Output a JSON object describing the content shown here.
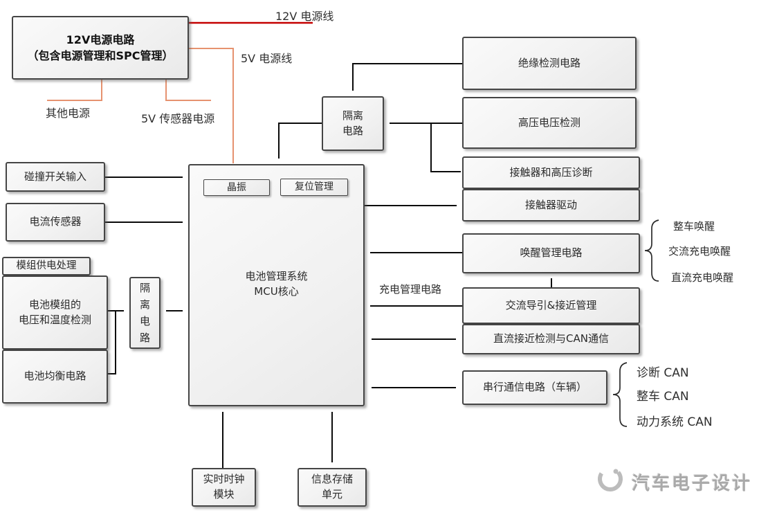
{
  "diagram_title": "BMS hardware block diagram",
  "colors": {
    "wire": "#0a0a0a",
    "wire_12v": "#c40000",
    "wire_5v": "#e6926f",
    "box_border": "#454545",
    "box_fill": "#f1f1f1"
  },
  "boxes": {
    "power12v": {
      "line1": "12V电源电路",
      "line2": "（包含电源管理和SPC管理）"
    },
    "iso_top": {
      "line1": "隔离",
      "line2": "电路"
    },
    "mcu": {
      "line1": "电池管理系统",
      "line2": "MCU核心"
    },
    "crystal": {
      "label": "晶振"
    },
    "reset": {
      "label": "复位管理"
    },
    "collision": {
      "label": "碰撞开关输入"
    },
    "current_sensor": {
      "label": "电流传感器"
    },
    "module_power": {
      "label": "模组供电处理"
    },
    "module_vt": {
      "line1": "电池模组的",
      "line2": "电压和温度检测"
    },
    "balance": {
      "label": "电池均衡电路"
    },
    "iso_left": {
      "label": "隔离电路"
    },
    "insulation": {
      "label": "绝缘检测电路"
    },
    "hv_detect": {
      "label": "高压电压检测"
    },
    "contactor_diag": {
      "label": "接触器和高压诊断"
    },
    "contactor_drive": {
      "label": "接触器驱动"
    },
    "wakeup": {
      "label": "唤醒管理电路"
    },
    "ac_pilot": {
      "label": "交流导引&接近管理"
    },
    "dc_prox": {
      "label": "直流接近检测与CAN通信"
    },
    "serial": {
      "label": "串行通信电路（车辆）"
    },
    "rtc": {
      "line1": "实时时钟",
      "line2": "模块"
    },
    "storage": {
      "line1": "信息存储",
      "line2": "单元"
    }
  },
  "labels": {
    "line_12v": "12V 电源线",
    "line_5v": "5V 电源线",
    "other_power": "其他电源",
    "sensor_5v": "5V 传感器电源",
    "charge_mgmt": "充电管理电路"
  },
  "wake_outputs": [
    "整车唤醒",
    "交流充电唤醒",
    "直流充电唤醒"
  ],
  "can_outputs": [
    "诊断 CAN",
    "整车 CAN",
    "动力系统 CAN"
  ],
  "logo": {
    "text": "汽车电子设计"
  }
}
